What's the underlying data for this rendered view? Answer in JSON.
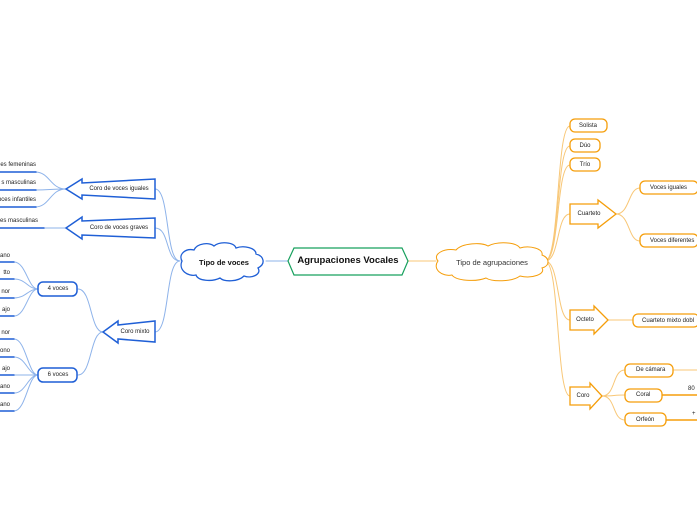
{
  "central": {
    "label": "Agrupaciones Vocales"
  },
  "left": {
    "label": "Tipo de voces",
    "groups": [
      {
        "label": "Coro de voces iguales",
        "leaves": [
          "es femeninas",
          "s masculinas",
          "oces infantiles"
        ]
      },
      {
        "label": "Coro de voces graves",
        "leaves": [
          "es masculinas"
        ]
      },
      {
        "label": "Coro mixto",
        "subgroups": [
          {
            "label": "4 voces",
            "leaves": [
              "ano",
              "tto",
              "nor",
              "ajo"
            ]
          },
          {
            "label": "6 voces",
            "leaves": [
              "nor",
              "ono",
              "ajo",
              "ano",
              "ano"
            ]
          }
        ]
      }
    ]
  },
  "right": {
    "label": "Tipo de agrupaciones",
    "items": [
      {
        "label": "Solista"
      },
      {
        "label": "Dúo"
      },
      {
        "label": "Trío"
      },
      {
        "label": "Cuarteto",
        "children": [
          "Voces iguales",
          "Voces diferentes"
        ]
      },
      {
        "label": "Octeto",
        "children": [
          "Cuarteto mixto dobl"
        ]
      },
      {
        "label": "Coro",
        "children": [
          {
            "label": "De cámara"
          },
          {
            "label": "Coral",
            "note": "80"
          },
          {
            "label": "Orfeón",
            "note": "+"
          }
        ]
      }
    ]
  },
  "colors": {
    "blue": "#1f5fd6",
    "blue_line": "#8eb3ea",
    "orange": "#f59e0b",
    "orange_line": "#f8c777",
    "green": "#17a05d"
  }
}
